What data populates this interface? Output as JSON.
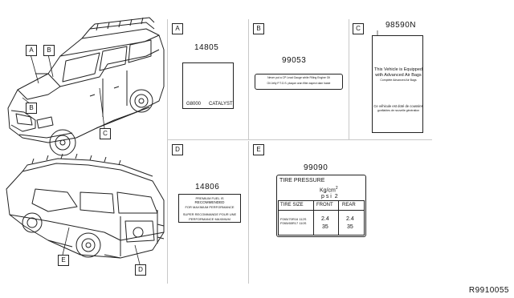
{
  "panels": {
    "a": {
      "tag": "A",
      "part_number": "14805",
      "label": {
        "code": "G8000",
        "catalyst": "CATALYST"
      }
    },
    "b": {
      "tag": "B",
      "part_number": "99053",
      "label": {
        "line1": "Never put a CP Lead Gauge while Filling Engine Oil",
        "line2": "Oil Jelly P.T.O.S. plaque oran filter aspect dam haste"
      }
    },
    "c": {
      "tag": "C",
      "part_number": "98590N",
      "label": {
        "heading_en_1": "This Vehicle is Equipped",
        "heading_en_2": "with Advanced Air Bags",
        "subhead_en": "Complete Advanced Air Bags",
        "heading_fr_1": "Ce véhicule est doté de coussins",
        "heading_fr_2": "gonflables de nouvelle génération"
      }
    },
    "d": {
      "tag": "D",
      "part_number": "14806",
      "label": {
        "line1": "PREMIUM FUEL IS",
        "line2": "RECOMMENDED",
        "line3": "FOR MAXIMUM PERFORMANCE",
        "line4": "SUPER RECOMMANDE POUR UNE",
        "line5": "PERFORMANCE MAXIMUM"
      }
    },
    "e": {
      "tag": "E",
      "part_number": "99090",
      "label": {
        "title": "TIRE PRESSURE",
        "unit_metric": "Kg/cm",
        "unit_metric_exp": "2",
        "unit_psi": "p s i",
        "unit_psi_suffix": "2",
        "col_size": "TIRE SIZE",
        "col_front": "FRONT",
        "col_rear": "REAR",
        "size_1": "P265/70R16 112S",
        "size_2": "P265/65R17 110S",
        "front_kg": "2.4",
        "front_psi": "35",
        "rear_kg": "2.4",
        "rear_psi": "35"
      }
    }
  },
  "callouts": {
    "top_a": "A",
    "top_b": "B",
    "top_b2": "B",
    "top_c": "C",
    "bottom_e": "E",
    "bottom_d": "D"
  },
  "diagram_id": "R9910055"
}
